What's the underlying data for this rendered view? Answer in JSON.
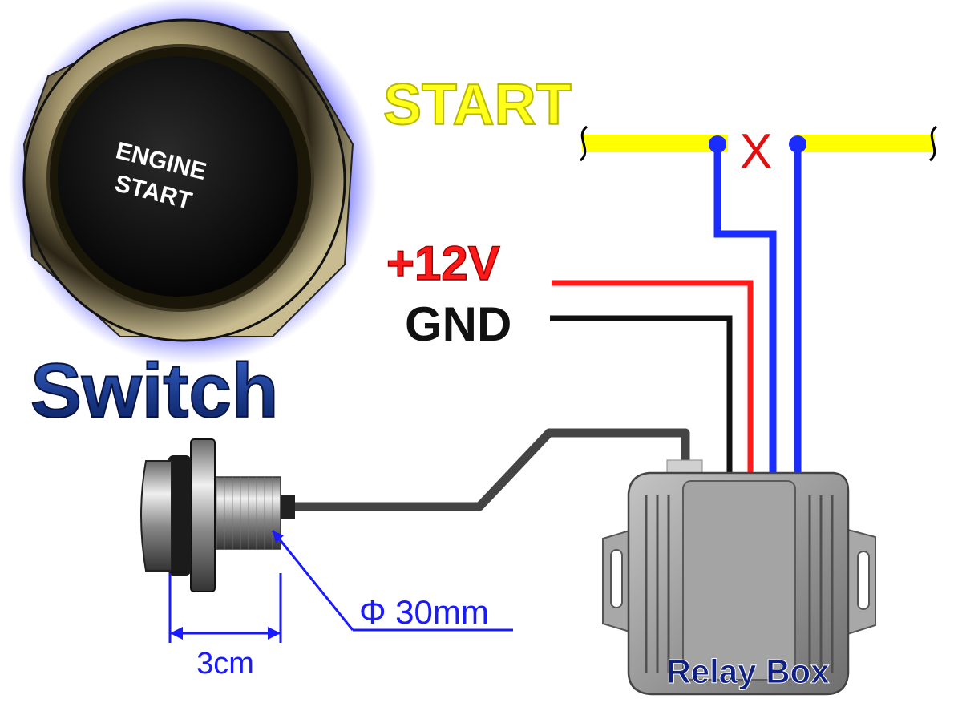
{
  "labels": {
    "start_wire": "START",
    "power_wire": "+12V",
    "ground_wire": "GND",
    "switch_title": "Switch",
    "button_face_line1": "ENGINE",
    "button_face_line2": "START",
    "cut_mark": "X",
    "diameter": "Φ 30mm",
    "length": "3cm",
    "relay_box": "Relay Box"
  },
  "colors": {
    "start_wire": "#ffff00",
    "start_text": "#ffff1a",
    "power_wire": "#ff1a1a",
    "ground_wire": "#111111",
    "relay_wires": "#1a2cff",
    "cut_mark": "#e01010",
    "switch_cable": "#444444",
    "switch_title": "#1b3a8c",
    "switch_glow": "#7070ff",
    "dimension_lines": "#1a1aff",
    "relay_box_text": "#0f1f80",
    "relay_box_body": "#9c9c9c"
  }
}
